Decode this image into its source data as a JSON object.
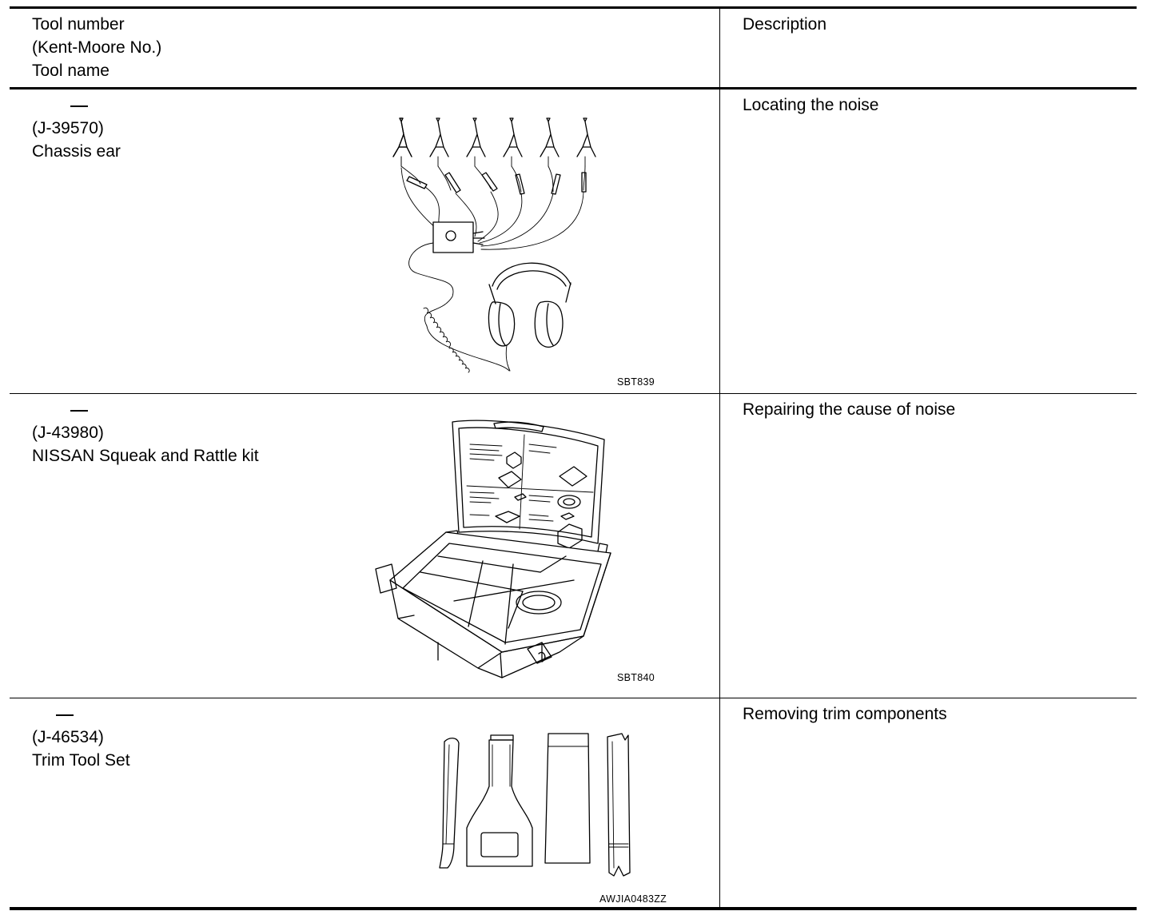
{
  "header": {
    "tool_col_lines": [
      "Tool number",
      "(Kent-Moore No.)",
      "Tool name"
    ],
    "description_label": "Description"
  },
  "rows": [
    {
      "tool_number": "—",
      "kent_moore": "(J-39570)",
      "tool_name": "Chassis ear",
      "figure_label": "SBT839",
      "description": "Locating the noise"
    },
    {
      "tool_number": "—",
      "kent_moore": "(J-43980)",
      "tool_name": "NISSAN Squeak and Rattle kit",
      "figure_label": "SBT840",
      "description": "Repairing the cause of noise"
    },
    {
      "tool_number": "—",
      "kent_moore": "(J-46534)",
      "tool_name": "Trim Tool Set",
      "figure_label": "AWJIA0483ZZ",
      "description": "Removing trim components"
    }
  ]
}
